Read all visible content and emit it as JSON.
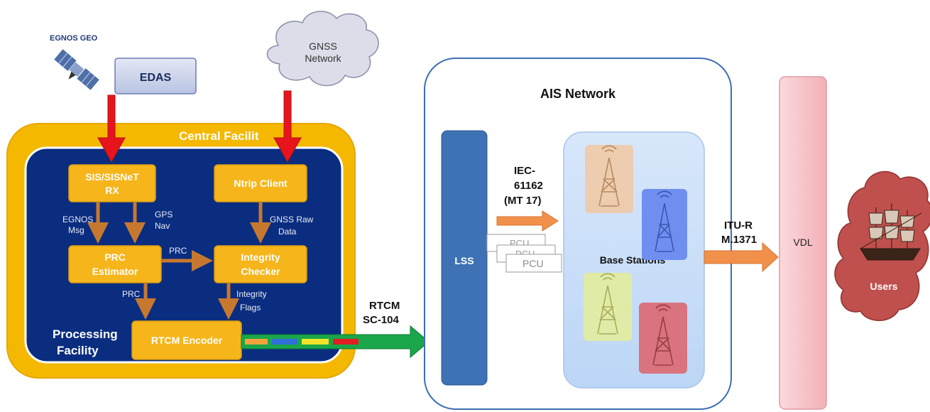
{
  "satellite": {
    "label": "EGNOS GEO"
  },
  "edas": {
    "label": "EDAS"
  },
  "gnss_network": {
    "line1": "GNSS",
    "line2": "Network"
  },
  "central_facility": {
    "title": "Central Facilit"
  },
  "processing_facility": {
    "line1": "Processing",
    "line2": "Facility"
  },
  "blocks": {
    "sis_rx": {
      "line1": "SIS/SISNeT",
      "line2": "RX"
    },
    "ntrip": {
      "label": "Ntrip Client"
    },
    "prc_estimator": {
      "line1": "PRC",
      "line2": "Estimator"
    },
    "integrity_checker": {
      "line1": "Integrity",
      "line2": "Checker"
    },
    "rtcm_encoder": {
      "label": "RTCM Encoder"
    }
  },
  "edge_labels": {
    "egnos_msg": {
      "line1": "EGNOS",
      "line2": "Msg"
    },
    "gps_nav": {
      "line1": "GPS",
      "line2": "Nav"
    },
    "gnss_raw": {
      "line1": "GNSS Raw",
      "line2": "Data"
    },
    "prc_horizontal": "PRC",
    "prc_vertical": "PRC",
    "integrity_flags": {
      "line1": "Integrity",
      "line2": "Flags"
    }
  },
  "rtcm_link": {
    "line1": "RTCM",
    "line2": "SC-104"
  },
  "ais_network": {
    "title": "AIS Network",
    "lss": "LSS",
    "iec": {
      "line1": "IEC-",
      "line2": "61162",
      "line3": "(MT 17)"
    },
    "pcu": [
      "PCU",
      "PCU",
      "PCU"
    ],
    "base_stations": "Base Stations"
  },
  "itu": {
    "line1": "ITU-R",
    "line2": "M.1371"
  },
  "vdl": {
    "label": "VDL"
  },
  "users": {
    "label": "Users"
  },
  "colors": {
    "navy": "#0a2d80",
    "gold": "#f5b800",
    "block": "#f6b51b",
    "arrow_red": "#e8141c",
    "arrow_brown": "#c7782f",
    "arrow_orange": "#f1904b",
    "lss": "#3e72b5",
    "vdl": "#f6c3c8",
    "users": "#c0504d"
  },
  "icons": [
    "satellite-icon",
    "tower-icon",
    "ship-icon"
  ]
}
